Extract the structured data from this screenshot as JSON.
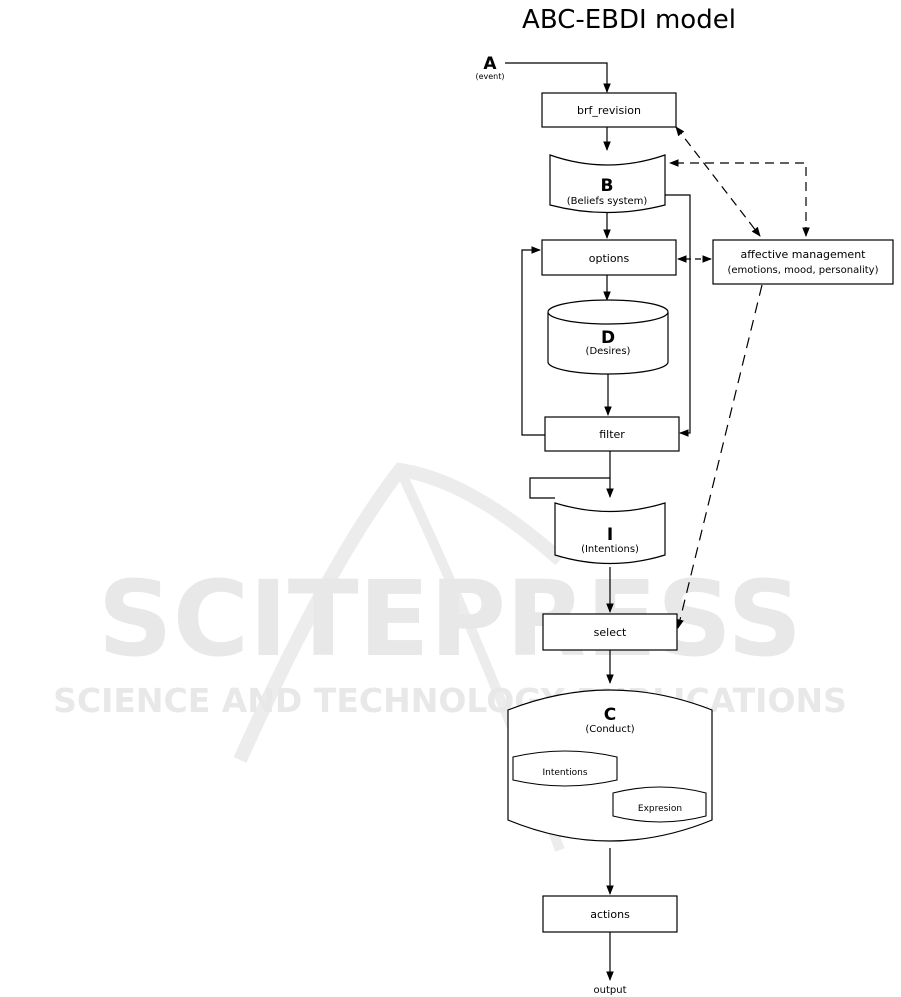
{
  "title": "ABC-EBDI model",
  "event": {
    "letter": "A",
    "caption": "(event)"
  },
  "nodes": {
    "brf_revision": "brf_revision",
    "beliefs": {
      "letter": "B",
      "caption": "(Beliefs system)"
    },
    "options": "options",
    "desires": {
      "letter": "D",
      "caption": "(Desires)"
    },
    "filter": "filter",
    "intentions": {
      "letter": "I",
      "caption": "(Intentions)"
    },
    "select": "select",
    "conduct": {
      "letter": "C",
      "caption": "(Conduct)",
      "inner_intentions": "Intentions",
      "inner_expresion": "Expresion"
    },
    "actions": "actions",
    "output": "output"
  },
  "affective": {
    "line1": "affective management",
    "line2": "(emotions, mood, personality)"
  },
  "watermark": {
    "line1": "SCITEPRESS",
    "line2": "SCIENCE AND TECHNOLOGY PUBLICATIONS"
  }
}
